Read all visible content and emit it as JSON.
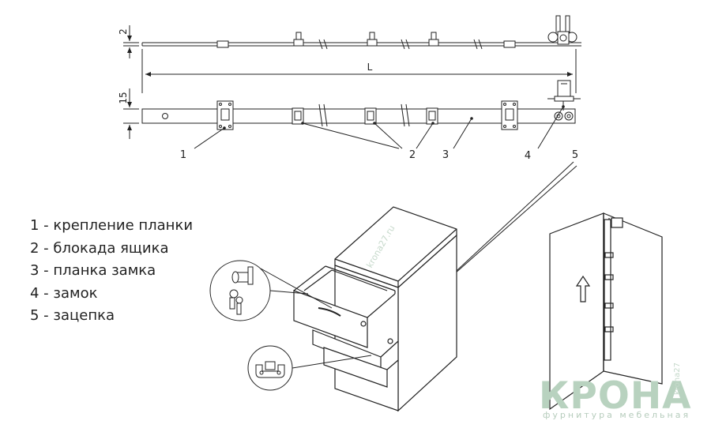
{
  "dimensions": {
    "top_gap": "2",
    "length": "L",
    "height": "15"
  },
  "callouts": [
    "1",
    "2",
    "3",
    "4",
    "5"
  ],
  "legend": [
    "1 - крепление планки",
    "2 - блокада ящика",
    "3 - планка замка",
    "4 - замок",
    "5 - зацепка"
  ],
  "watermark": {
    "cabinet_text": "krona27.ru",
    "logo_text": "КРОНА",
    "logo_tagline": "фурнитура мебельная",
    "logo_site": "krona27"
  },
  "colors": {
    "line": "#222222",
    "logo": "#b8d2bf"
  },
  "icons": [
    "arrow-up-icon",
    "lock-cylinder-icon",
    "catch-plate-icon"
  ]
}
